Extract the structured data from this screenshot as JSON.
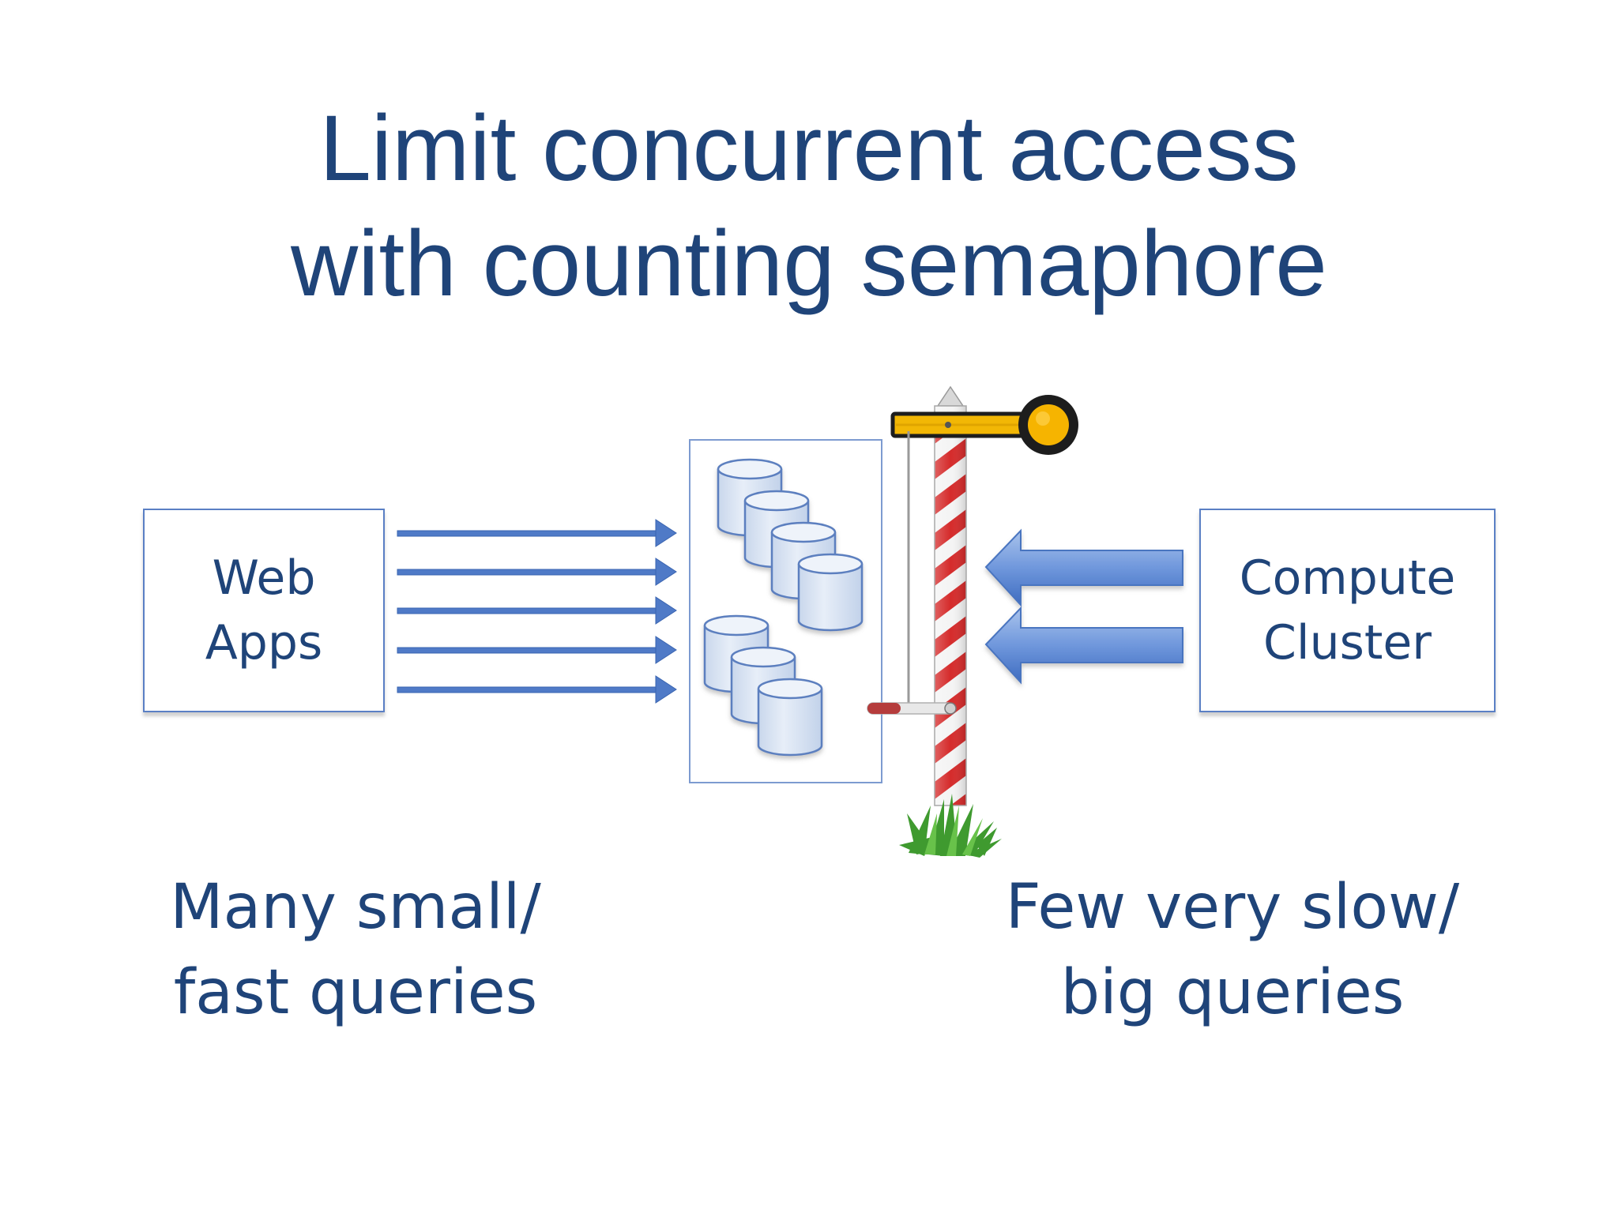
{
  "title": {
    "line1": "Limit concurrent access",
    "line2": "with counting semaphore"
  },
  "left_box": {
    "line1": "Web",
    "line2": "Apps"
  },
  "right_box": {
    "line1": "Compute",
    "line2": "Cluster"
  },
  "left_caption": {
    "line1": "Many small/",
    "line2": "fast queries"
  },
  "right_caption": {
    "line1": "Few very slow/",
    "line2": "big queries"
  },
  "colors": {
    "text": "#1f4479",
    "box_border": "#5a7fc4",
    "arrow": "#4f7ac7",
    "cylinder_fill": "#dce6f3",
    "semaphore_arm": "#f2b705",
    "pole_red": "#d52b2b"
  },
  "icons": {
    "databases": "database-cylinder-icon",
    "semaphore": "railway-semaphore-signal-icon"
  },
  "counts": {
    "thin_arrows": 5,
    "wide_arrows": 2,
    "database_cylinders": 7
  }
}
